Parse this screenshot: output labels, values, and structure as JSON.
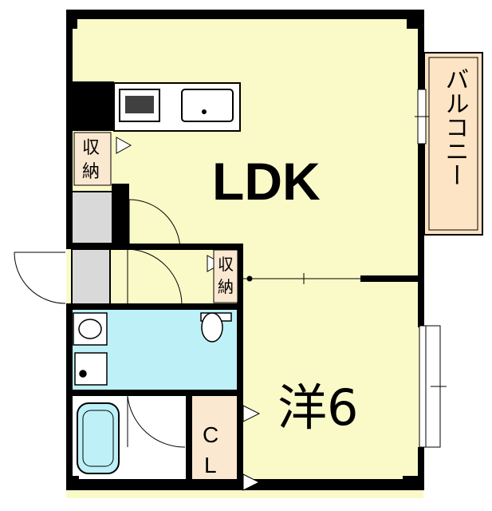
{
  "rooms": {
    "ldk": "LDK",
    "western": "洋6",
    "balcony": "バルコニー",
    "closet_c": "C",
    "closet_l": "L",
    "storage_1_top": "収",
    "storage_1_bottom": "納",
    "storage_2_top": "収",
    "storage_2_bottom": "納"
  },
  "colors": {
    "room_fill": "#fafac8",
    "balcony_fill": "#fde4c4",
    "wet_fill": "#bdf0f7",
    "closet_fill": "#fbe8d0",
    "wall": "#000000",
    "grey_fill": "#d9d9d9"
  }
}
